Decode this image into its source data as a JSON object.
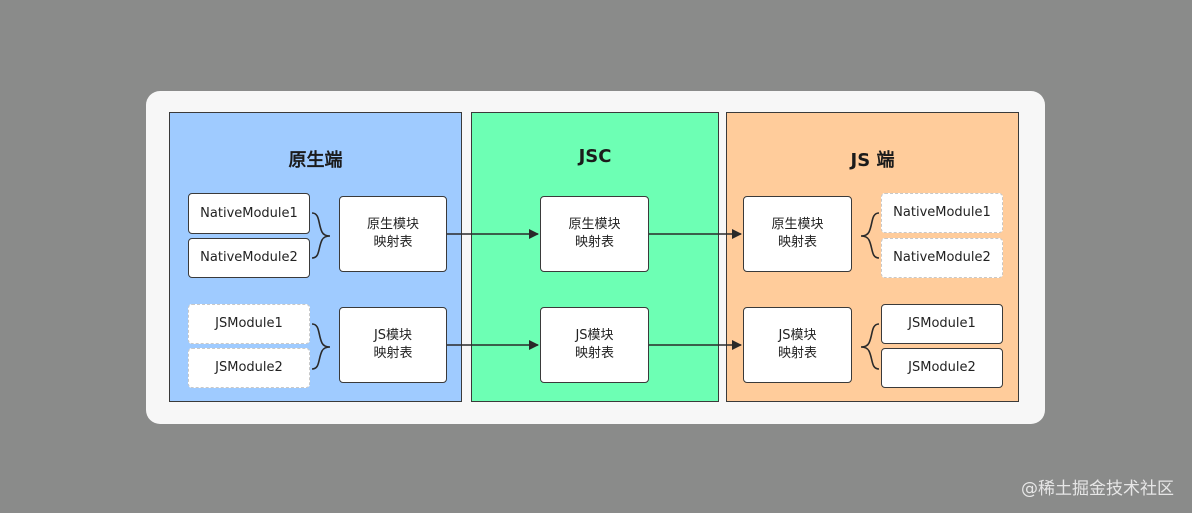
{
  "panels": {
    "native": {
      "title": "原生端",
      "modules_top": [
        "NativeModule1",
        "NativeModule2"
      ],
      "modules_bottom": [
        "JSModule1",
        "JSModule2"
      ],
      "table_top": [
        "原生模块",
        "映射表"
      ],
      "table_bottom": [
        "JS模块",
        "映射表"
      ]
    },
    "jsc": {
      "title": "JSC",
      "table_top": [
        "原生模块",
        "映射表"
      ],
      "table_bottom": [
        "JS模块",
        "映射表"
      ]
    },
    "js": {
      "title": "JS 端",
      "modules_top": [
        "NativeModule1",
        "NativeModule2"
      ],
      "modules_bottom": [
        "JSModule1",
        "JSModule2"
      ],
      "table_top": [
        "原生模块",
        "映射表"
      ],
      "table_bottom": [
        "JS模块",
        "映射表"
      ]
    }
  },
  "watermark": "@稀土掘金技术社区",
  "colors": {
    "native": "#9fcbff",
    "jsc": "#6dffb4",
    "js": "#ffcc9b",
    "background": "#8a8b8a"
  }
}
